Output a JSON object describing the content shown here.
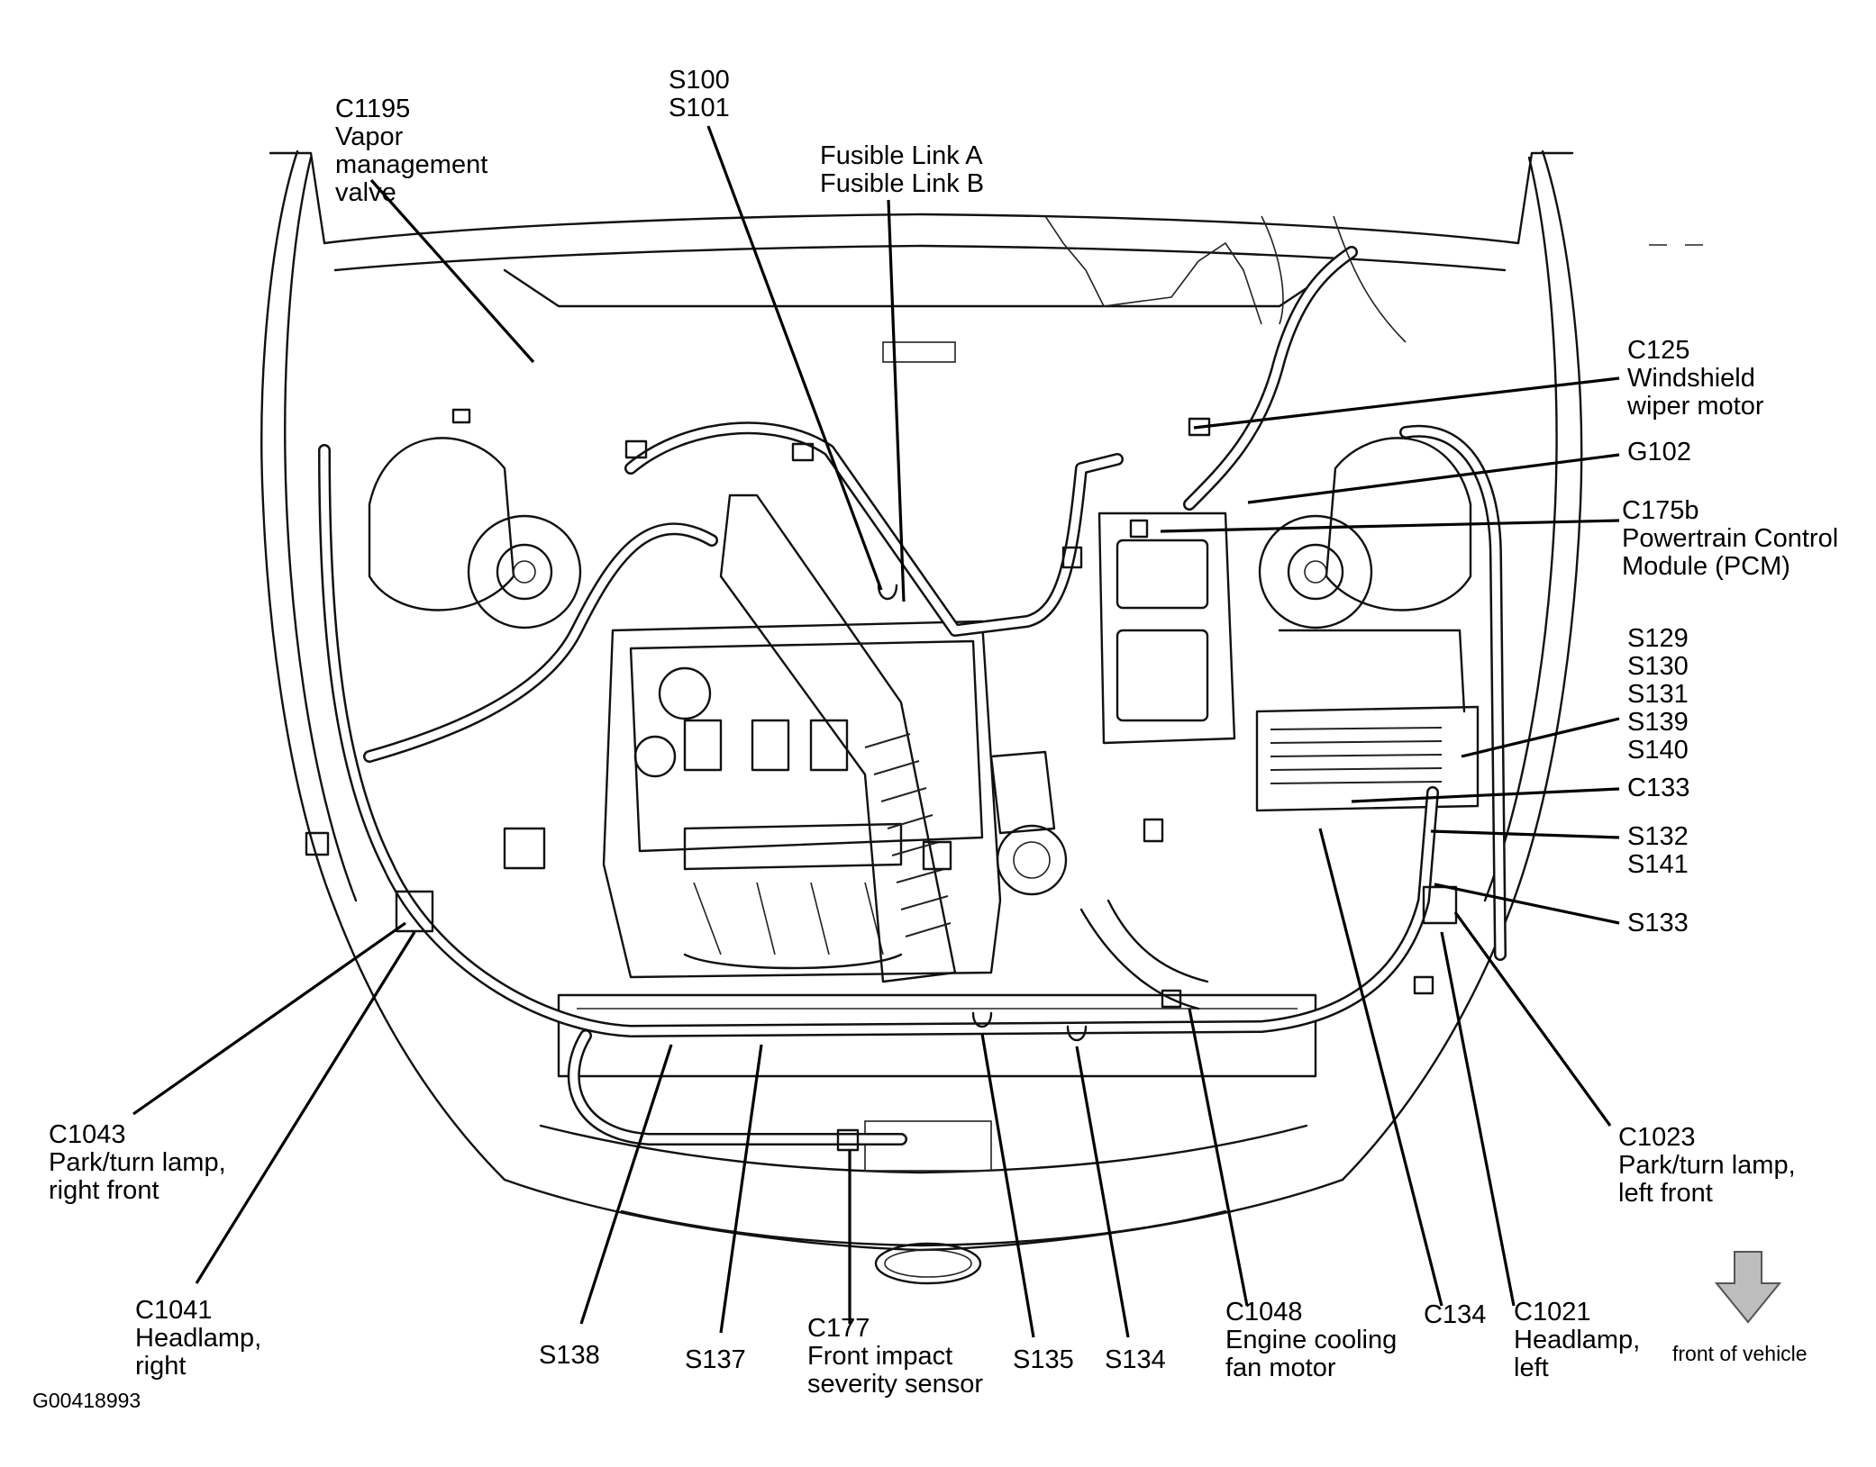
{
  "labels": {
    "c1195": {
      "lines": [
        "C1195",
        "Vapor",
        "management",
        "valve"
      ]
    },
    "s100": {
      "lines": [
        "S100",
        "S101"
      ]
    },
    "fusible": {
      "lines": [
        "Fusible Link A",
        "Fusible Link B"
      ]
    },
    "c125": {
      "lines": [
        "C125",
        "Windshield",
        "wiper motor"
      ]
    },
    "g102": {
      "lines": [
        "G102"
      ]
    },
    "c175b": {
      "lines": [
        "C175b",
        "Powertrain Control",
        "Module (PCM)"
      ]
    },
    "s129": {
      "lines": [
        "S129",
        "S130",
        "S131",
        "S139",
        "S140"
      ]
    },
    "c133": {
      "lines": [
        "C133"
      ]
    },
    "s132": {
      "lines": [
        "S132",
        "S141"
      ]
    },
    "s133": {
      "lines": [
        "S133"
      ]
    },
    "c1023": {
      "lines": [
        "C1023",
        "Park/turn lamp,",
        "left front"
      ]
    },
    "c1043": {
      "lines": [
        "C1043",
        "Park/turn lamp,",
        "right front"
      ]
    },
    "c1041": {
      "lines": [
        "C1041",
        "Headlamp,",
        "right"
      ]
    },
    "s138": {
      "lines": [
        "S138"
      ]
    },
    "s137": {
      "lines": [
        "S137"
      ]
    },
    "c177": {
      "lines": [
        "C177",
        "Front impact",
        "severity sensor"
      ]
    },
    "s135": {
      "lines": [
        "S135"
      ]
    },
    "s134": {
      "lines": [
        "S134"
      ]
    },
    "c1048": {
      "lines": [
        "C1048",
        "Engine cooling",
        "fan motor"
      ]
    },
    "c134": {
      "lines": [
        "C134"
      ]
    },
    "c1021": {
      "lines": [
        "C1021",
        "Headlamp,",
        "left"
      ]
    }
  },
  "legend": {
    "front_of_vehicle": "front of vehicle",
    "arrow_icon": "down-arrow-icon"
  },
  "figure_id": "G00418993"
}
